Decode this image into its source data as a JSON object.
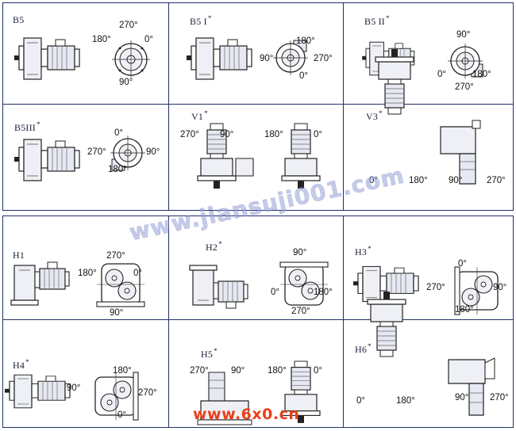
{
  "panels": [
    {
      "cells": [
        {
          "label": "B5",
          "star": "",
          "angles": [
            "270°",
            "180°",
            "0°",
            "90°"
          ]
        },
        {
          "label": "B5 I",
          "star": "*",
          "angles": [
            "180°",
            "90°",
            "270°",
            "0°"
          ]
        },
        {
          "label": "B5 II",
          "star": "*",
          "angles": [
            "90°",
            "0°",
            "180°",
            "270°"
          ]
        },
        {
          "label": "B5III",
          "star": "*",
          "angles": [
            "0°",
            "270°",
            "90°",
            "180°"
          ]
        },
        {
          "label": "V1",
          "star": "*",
          "angles": [
            "270°",
            "90°",
            "180°",
            "0°"
          ]
        },
        {
          "label": "V3",
          "star": "*",
          "angles": [
            "0°",
            "180°",
            "90°",
            "270°"
          ]
        }
      ]
    },
    {
      "cells": [
        {
          "label": "H1",
          "star": "",
          "angles": [
            "270°",
            "180°",
            "0°",
            "90°"
          ]
        },
        {
          "label": "H2",
          "star": "*",
          "angles": [
            "90°",
            "0°",
            "180°",
            "270°"
          ]
        },
        {
          "label": "H3",
          "star": "*",
          "angles": [
            "0°",
            "270°",
            "90°",
            "180°"
          ]
        },
        {
          "label": "H4",
          "star": "*",
          "angles": [
            "90°",
            "180°",
            "270°",
            "0°"
          ]
        },
        {
          "label": "H5",
          "star": "*",
          "angles": [
            "270°",
            "90°",
            "180°",
            "0°"
          ]
        },
        {
          "label": "H6",
          "star": "*",
          "angles": [
            "0°",
            "180°",
            "90°",
            "270°"
          ]
        }
      ]
    }
  ],
  "watermark": "www.jiansuji001.com",
  "brand": "www.6x0.cn"
}
